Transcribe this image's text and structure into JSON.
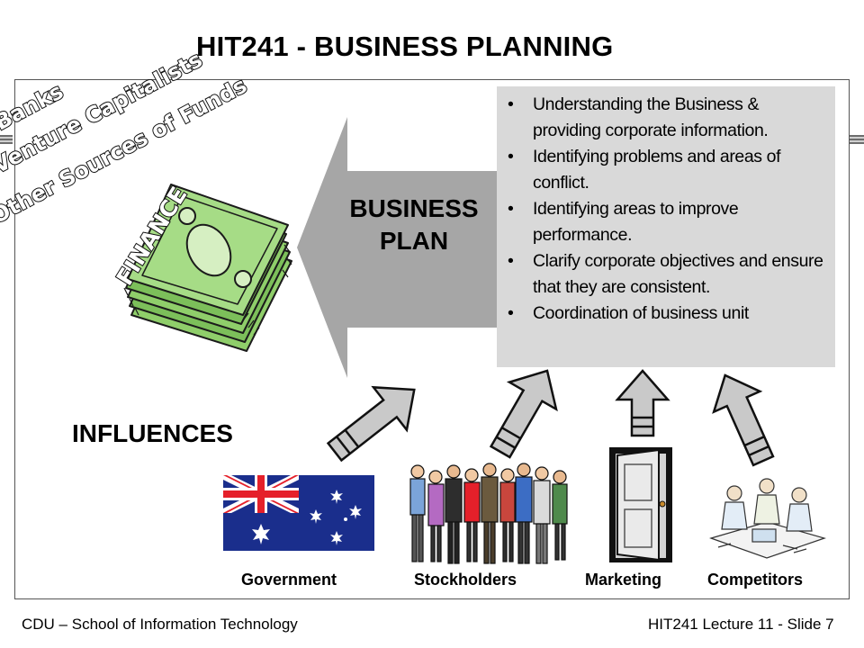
{
  "slide": {
    "title": "HIT241 - BUSINESS PLANNING",
    "footer_left": "CDU – School of Information Technology",
    "footer_right": "HIT241 Lecture 11 - Slide 7"
  },
  "funding_sources": [
    "Banks",
    "Venture Capitalists",
    "Other Sources of Funds"
  ],
  "finance_label": "FINANCE",
  "business_plan": {
    "line1": "BUSINESS",
    "line2": "PLAN"
  },
  "objectives": [
    "Understanding the Business & providing corporate information.",
    "Identifying problems and areas of conflict.",
    "Identifying areas to improve performance.",
    "Clarify corporate objectives and ensure that they are consistent.",
    "Coordination of business unit"
  ],
  "influences": {
    "heading": "INFLUENCES",
    "captions": [
      "Government",
      "Stockholders",
      "Marketing",
      "Competitors"
    ]
  },
  "colors": {
    "text": "#000000",
    "bullets_bg": "#d9d9d9",
    "arrow_gray": "#a6a6a6",
    "money_green": "#7cbf5a",
    "flag_blue": "#1a2e8c",
    "flag_red": "#e5202a"
  },
  "icons": [
    "money-stack-icon",
    "australian-flag-icon",
    "stockholders-people-icon",
    "open-door-icon",
    "competitors-meeting-icon",
    "up-arrow-icon"
  ]
}
